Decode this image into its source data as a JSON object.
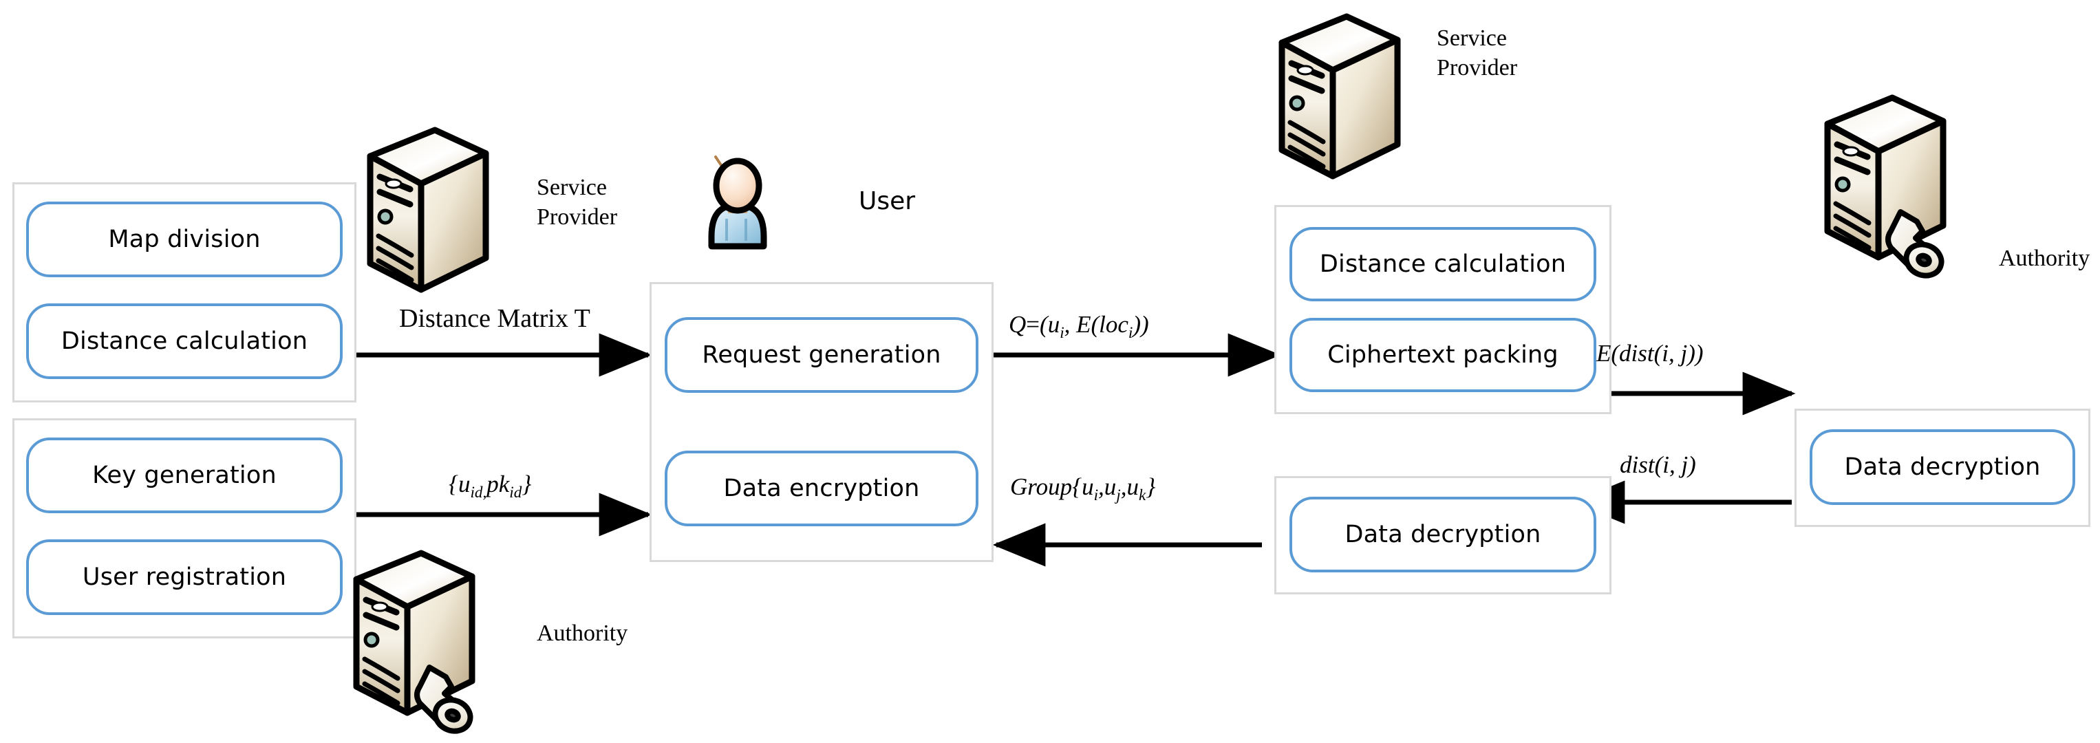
{
  "diagram": {
    "title": "Privacy-preserving distance computation system architecture",
    "accent_blue": "#5B9BD5",
    "frame_grey": "#D9D9D9",
    "arrow_color": "#000000"
  },
  "actors": {
    "service_provider_left": {
      "label_line1": "Service",
      "label_line2": "Provider",
      "icon": "server-icon"
    },
    "service_provider_right": {
      "label_line1": "Service",
      "label_line2": "Provider",
      "icon": "server-icon"
    },
    "user": {
      "label": "User",
      "icon": "user-icon"
    },
    "authority_left": {
      "label": "Authority",
      "icon": "server-key-icon"
    },
    "authority_right": {
      "label": "Authority",
      "icon": "server-key-icon"
    }
  },
  "groups": [
    {
      "id": "sp-map-group",
      "name": "service-provider-map-group",
      "boxes": [
        {
          "id": "map-division",
          "label": "Map division"
        },
        {
          "id": "distance-calculation-left",
          "label": "Distance calculation"
        }
      ]
    },
    {
      "id": "authority-key-group",
      "name": "authority-key-group",
      "boxes": [
        {
          "id": "key-generation",
          "label": "Key generation"
        },
        {
          "id": "user-registration",
          "label": "User registration"
        }
      ]
    },
    {
      "id": "user-group",
      "name": "user-group",
      "boxes": [
        {
          "id": "request-generation",
          "label": "Request generation"
        },
        {
          "id": "data-encryption",
          "label": "Data encryption"
        }
      ]
    },
    {
      "id": "sp-compute-group",
      "name": "service-provider-compute-group",
      "boxes": [
        {
          "id": "distance-calculation-right",
          "label": "Distance calculation"
        },
        {
          "id": "ciphertext-packing",
          "label": "Ciphertext packing"
        }
      ]
    },
    {
      "id": "sp-decrypt-group",
      "name": "service-provider-decrypt-group",
      "boxes": [
        {
          "id": "data-decryption-center",
          "label": "Data decryption"
        }
      ]
    },
    {
      "id": "authority-decrypt-group",
      "name": "authority-decrypt-group",
      "boxes": [
        {
          "id": "data-decryption-right",
          "label": "Data decryption"
        }
      ]
    }
  ],
  "edges": [
    {
      "id": "edge-distance-matrix",
      "label_plain": "Distance Matrix T",
      "style": "serif",
      "from": "distance-calculation-left",
      "to": "request-generation",
      "direction": "right"
    },
    {
      "id": "edge-user-keys",
      "label_plain": "{uid,pkid}",
      "style": "math",
      "from": "key-generation",
      "to": "data-encryption",
      "direction": "right"
    },
    {
      "id": "edge-query",
      "label_plain": "Q=(ui, E(loci))",
      "style": "math",
      "from": "request-generation",
      "to": "ciphertext-packing",
      "direction": "right"
    },
    {
      "id": "edge-encrypted-distance",
      "label_plain": "E(dist(i, j))",
      "style": "math",
      "from": "ciphertext-packing",
      "to": "data-decryption-right",
      "direction": "right"
    },
    {
      "id": "edge-plain-distance",
      "label_plain": "dist(i, j)",
      "style": "math",
      "from": "data-decryption-right",
      "to": "data-decryption-center",
      "direction": "left"
    },
    {
      "id": "edge-group",
      "label_plain": "Group{ui,uj,uk}",
      "style": "math",
      "from": "data-decryption-center",
      "to": "data-encryption",
      "direction": "left"
    }
  ]
}
